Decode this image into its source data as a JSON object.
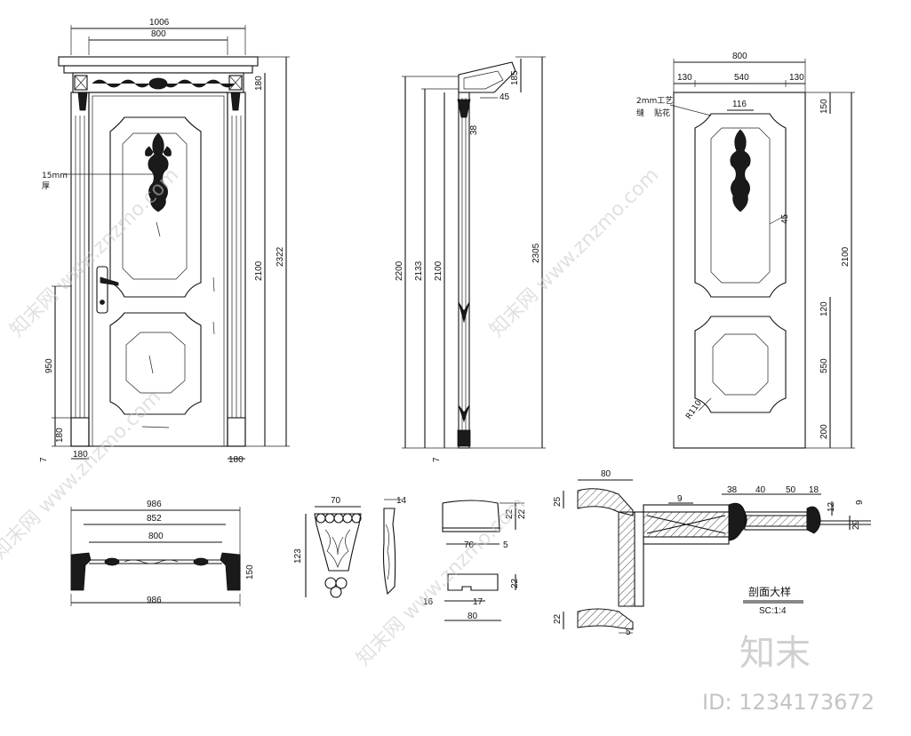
{
  "front_elevation": {
    "dims": {
      "overall_width": "1006",
      "inner_width": "800",
      "header_height": "180",
      "door_height": "2100",
      "overall_height": "2322",
      "handle_height": "950",
      "base_height": "180",
      "base_width_left": "180",
      "base_width_right": "180",
      "floor_gap": "7"
    },
    "notes": {
      "carving_thickness": "15mm",
      "carving_thickness_suffix": "厚"
    }
  },
  "side_section": {
    "dims": {
      "h_2200": "2200",
      "h_2133": "2133",
      "h_2100": "2100",
      "h_2305": "2305",
      "cornice_185": "185",
      "offset_45": "45",
      "offset_38": "38",
      "floor_gap": "7"
    }
  },
  "back_elevation": {
    "dims": {
      "overall_width": "800",
      "stile_left": "130",
      "rail_center": "540",
      "stile_right": "130",
      "top_rail": "150",
      "ornament_width": "116",
      "bevel_45": "45",
      "door_height": "2100",
      "mid_rail": "120",
      "lower_panel": "550",
      "bottom_rail": "200",
      "corner_radius": "R110"
    },
    "notes": {
      "craft_line1": "2mm工艺",
      "craft_line2a": "缝",
      "craft_line2b": "贴花"
    }
  },
  "plan_section": {
    "dims": {
      "top_986": "986",
      "w_852": "852",
      "w_800": "800",
      "depth_150": "150",
      "bottom_986": "986"
    }
  },
  "corbel_detail": {
    "dims": {
      "width_70": "70",
      "height_123": "123",
      "depth_14": "14"
    }
  },
  "molding_details": {
    "dims": {
      "top_width_70": "70",
      "top_gap_5": "5",
      "top_h1": "22",
      "top_h2": "22",
      "bottom_16": "16",
      "bottom_17": "17",
      "bottom_80": "80",
      "bottom_h": "22"
    }
  },
  "section_detail": {
    "title": "剖面大样",
    "scale": "SC:1:4",
    "dims": {
      "w_80": "80",
      "h_25": "25",
      "d_38": "38",
      "d_40": "40",
      "d_50": "50",
      "d_18": "18",
      "d_9a": "9",
      "d_9b": "9",
      "d_12": "12",
      "d_29": "29",
      "d_22": "22",
      "d_5": "5"
    }
  },
  "watermark": {
    "brand": "知末",
    "repeated_text": "知末网 www.znzmo.com",
    "id_label": "ID: 1234173672"
  }
}
